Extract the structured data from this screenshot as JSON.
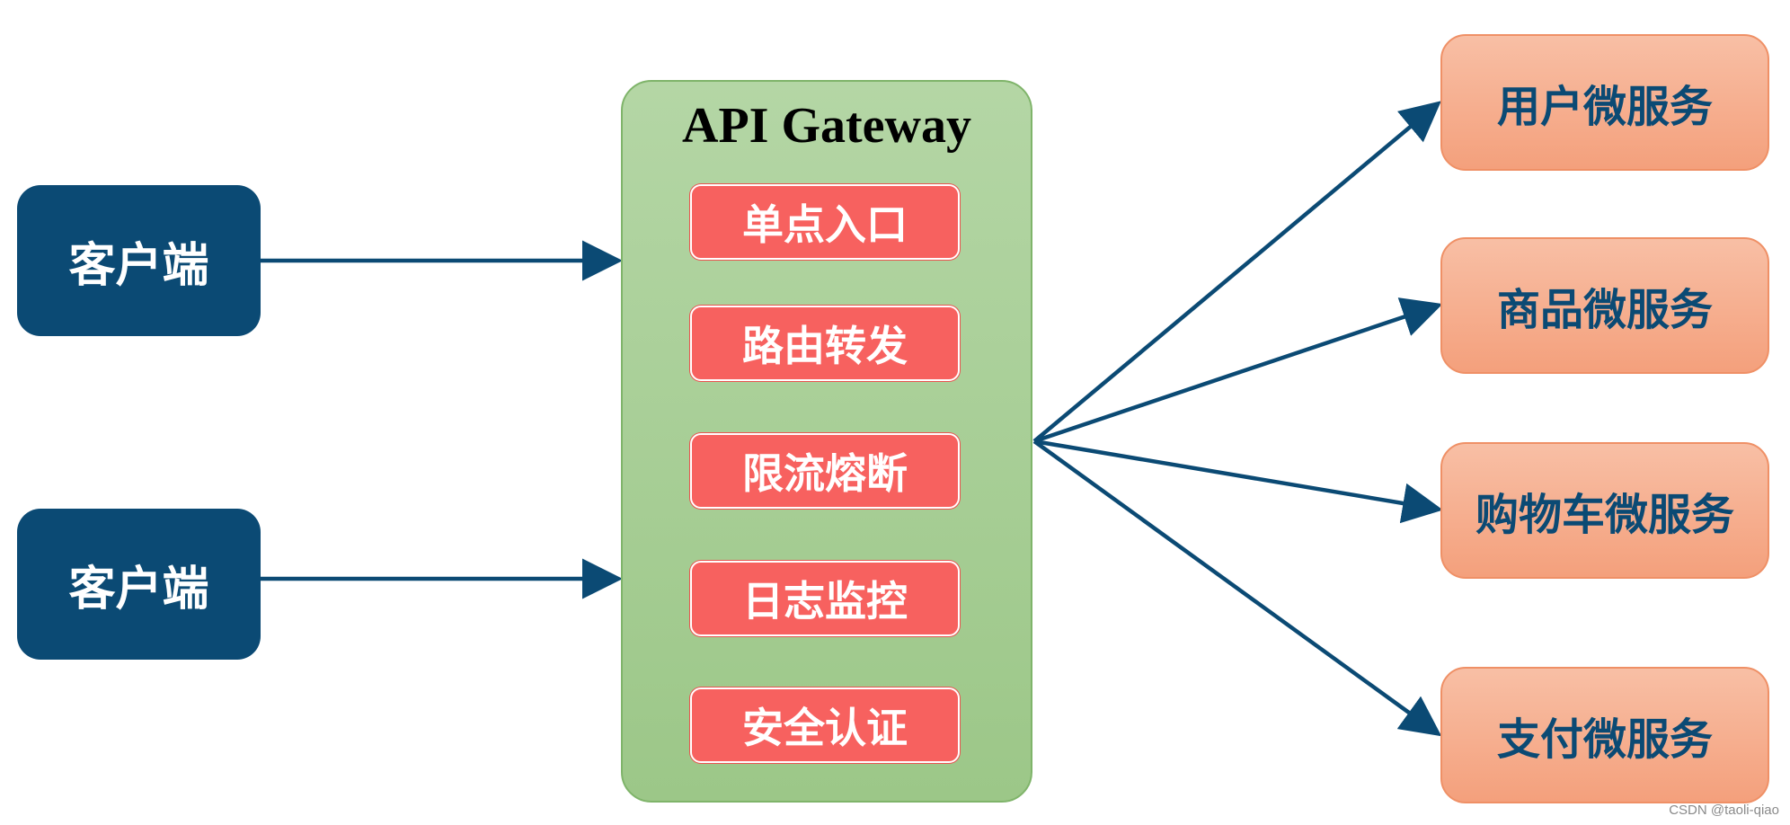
{
  "clients": [
    {
      "label": "客户端"
    },
    {
      "label": "客户端"
    }
  ],
  "gateway": {
    "title": "API Gateway",
    "features": [
      {
        "label": "单点入口"
      },
      {
        "label": "路由转发"
      },
      {
        "label": "限流熔断"
      },
      {
        "label": "日志监控"
      },
      {
        "label": "安全认证"
      }
    ]
  },
  "services": [
    {
      "label": "用户微服务"
    },
    {
      "label": "商品微服务"
    },
    {
      "label": "购物车微服务"
    },
    {
      "label": "支付微服务"
    }
  ],
  "watermark": "CSDN @taoli-qiao",
  "colors": {
    "client": "#0b4a74",
    "arrow": "#0b4a74",
    "gateway": "#a9d18e",
    "feature": "#f7615f",
    "service": "#f4b183",
    "service_text": "#0b4a74"
  }
}
